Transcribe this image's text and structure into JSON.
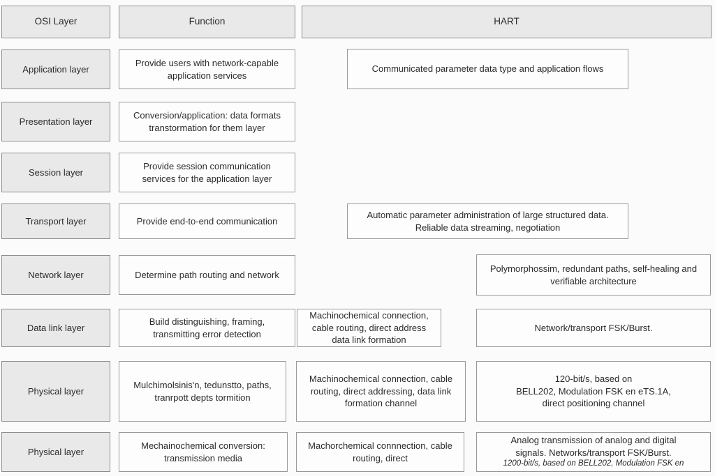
{
  "table": {
    "headers": {
      "osi": "OSI Layer",
      "function": "Function",
      "hart": "HART"
    },
    "colors": {
      "header_fill": "#e9e9e9",
      "header_border": "#8c8c8c",
      "cell_fill": "#fdfdfd",
      "cell_border": "#999999",
      "background": "#fbfbfb",
      "text": "#2b2b2b"
    },
    "rows": [
      {
        "layer": "Application layer",
        "function": "Provide users with network-capable application services",
        "hart": "Communicated parameter data type and application flows"
      },
      {
        "layer": "Presentation layer",
        "function": "Conversion/application: data formats transtormation for them layer"
      },
      {
        "layer": "Session layer",
        "function": "Provide session communication services for the application layer"
      },
      {
        "layer": "Transport layer",
        "function": "Provide end-to-end communication",
        "hart": "Automatic parameter administration of large structured data.  Reliable data streaming, negotiation"
      },
      {
        "layer": "Network layer",
        "function": "Determine path routing and network",
        "hart2": "Polymorphossim, redundant paths, self-healing and verifiable architecture"
      },
      {
        "layer": "Data link layer",
        "function": "Build distinguishing, framing, transmitting error detection",
        "hart1": "Machinochemical connection, cable routing, direct address data link formation",
        "hart2": "Network/transport FSK/Burst."
      },
      {
        "layer": "Physical layer",
        "function": "Mulchimolsinis'n, tedunstto, paths, tranrpott depts tormition",
        "hart1": "Machinochemical connection, cable routing, direct addressing, data link formation channel",
        "hart2_lines": [
          "120-bit/s, based on",
          "BELL202, Modulation FSK en eTS.1A,",
          "direct positioning channel"
        ]
      },
      {
        "layer": "Physical layer",
        "function": "Mechainochemical conversion: transmission media",
        "hart1": "Machorchemical connnection, cable routing, direct",
        "hart2_lines": [
          "Analog transmission of analog and digital",
          "signals. Networks/transport FSK/Burst.",
          "1200-bit/s, based on BELL202, Modulation FSK en"
        ]
      }
    ]
  }
}
